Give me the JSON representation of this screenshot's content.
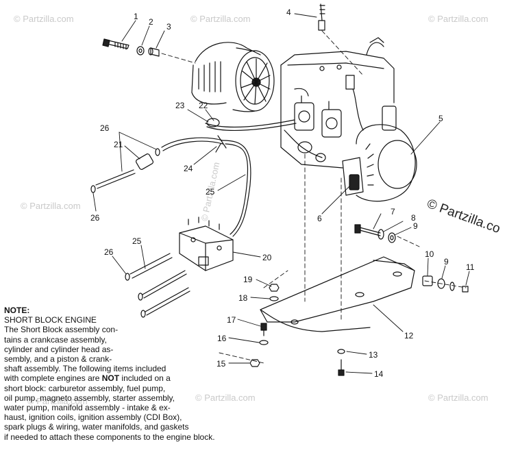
{
  "watermarks": {
    "small": "© Partzilla.com",
    "large": "© Partzilla.co"
  },
  "callouts": {
    "c1": "1",
    "c2": "2",
    "c3": "3",
    "c4": "4",
    "c5": "5",
    "c6": "6",
    "c7": "7",
    "c8": "8",
    "c9a": "9",
    "c9b": "9",
    "c10": "10",
    "c11": "11",
    "c12": "12",
    "c13": "13",
    "c14": "14",
    "c15": "15",
    "c16": "16",
    "c17": "17",
    "c18": "18",
    "c19": "19",
    "c20": "20",
    "c21": "21",
    "c22": "22",
    "c23": "23",
    "c24": "24",
    "c25a": "25",
    "c25b": "25",
    "c26a": "26",
    "c26b": "26",
    "c26c": "26"
  },
  "note": {
    "title": "NOTE:",
    "line1": "SHORT BLOCK ENGINE",
    "line2": "The Short Block assembly con-",
    "line3": "tains a crankcase assembly,",
    "line4": "cylinder and cylinder head as-",
    "line5": "sembly, and a piston & crank-",
    "line6": "shaft assembly.  The following items included",
    "line7a": "with complete engines are ",
    "line7b": "NOT",
    "line7c": " included on a",
    "line8": "short block: carburetor assembly, fuel pump,",
    "line9": "oil pump, magneto assembly, starter assembly,",
    "line10": "water pump, manifold assembly - intake & ex-",
    "line11": "haust, ignition coils, ignition assembly (CDI Box),",
    "line12": "spark plugs & wiring, water manifolds, and gaskets",
    "line13": "if needed to attach these components to the engine block."
  }
}
